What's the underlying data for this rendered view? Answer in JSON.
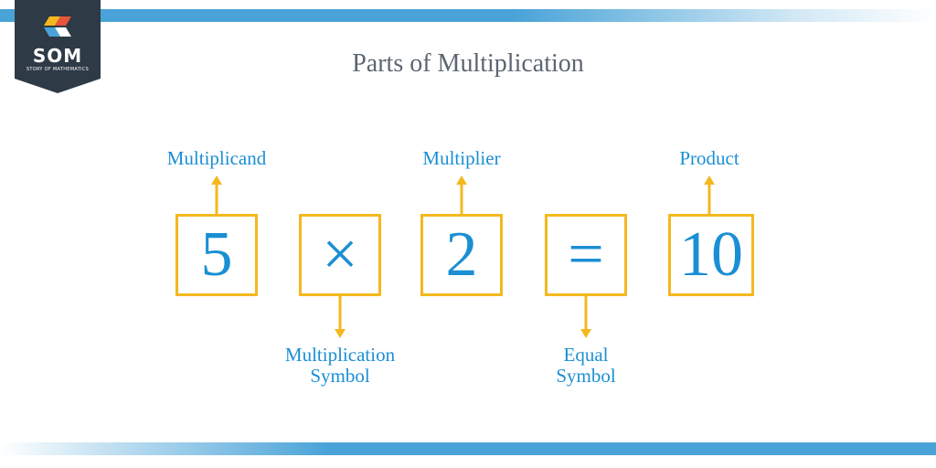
{
  "logo": {
    "text": "SOM",
    "subtext": "STORY OF MATHEMATICS"
  },
  "title": "Parts of Multiplication",
  "equation": {
    "multiplicand": "5",
    "operator": "×",
    "multiplier": "2",
    "equals": "=",
    "product": "10"
  },
  "labels": {
    "multiplicand": "Multiplicand",
    "multiplier": "Multiplier",
    "product": "Product",
    "multiplication_symbol_line1": "Multiplication",
    "multiplication_symbol_line2": "Symbol",
    "equal_symbol_line1": "Equal",
    "equal_symbol_line2": "Symbol"
  },
  "colors": {
    "box_border": "#f4b81f",
    "text_accent": "#1a8fd4",
    "title": "#5b6672",
    "bar": "#4aa3d8",
    "logo_bg": "#2e3a46"
  }
}
